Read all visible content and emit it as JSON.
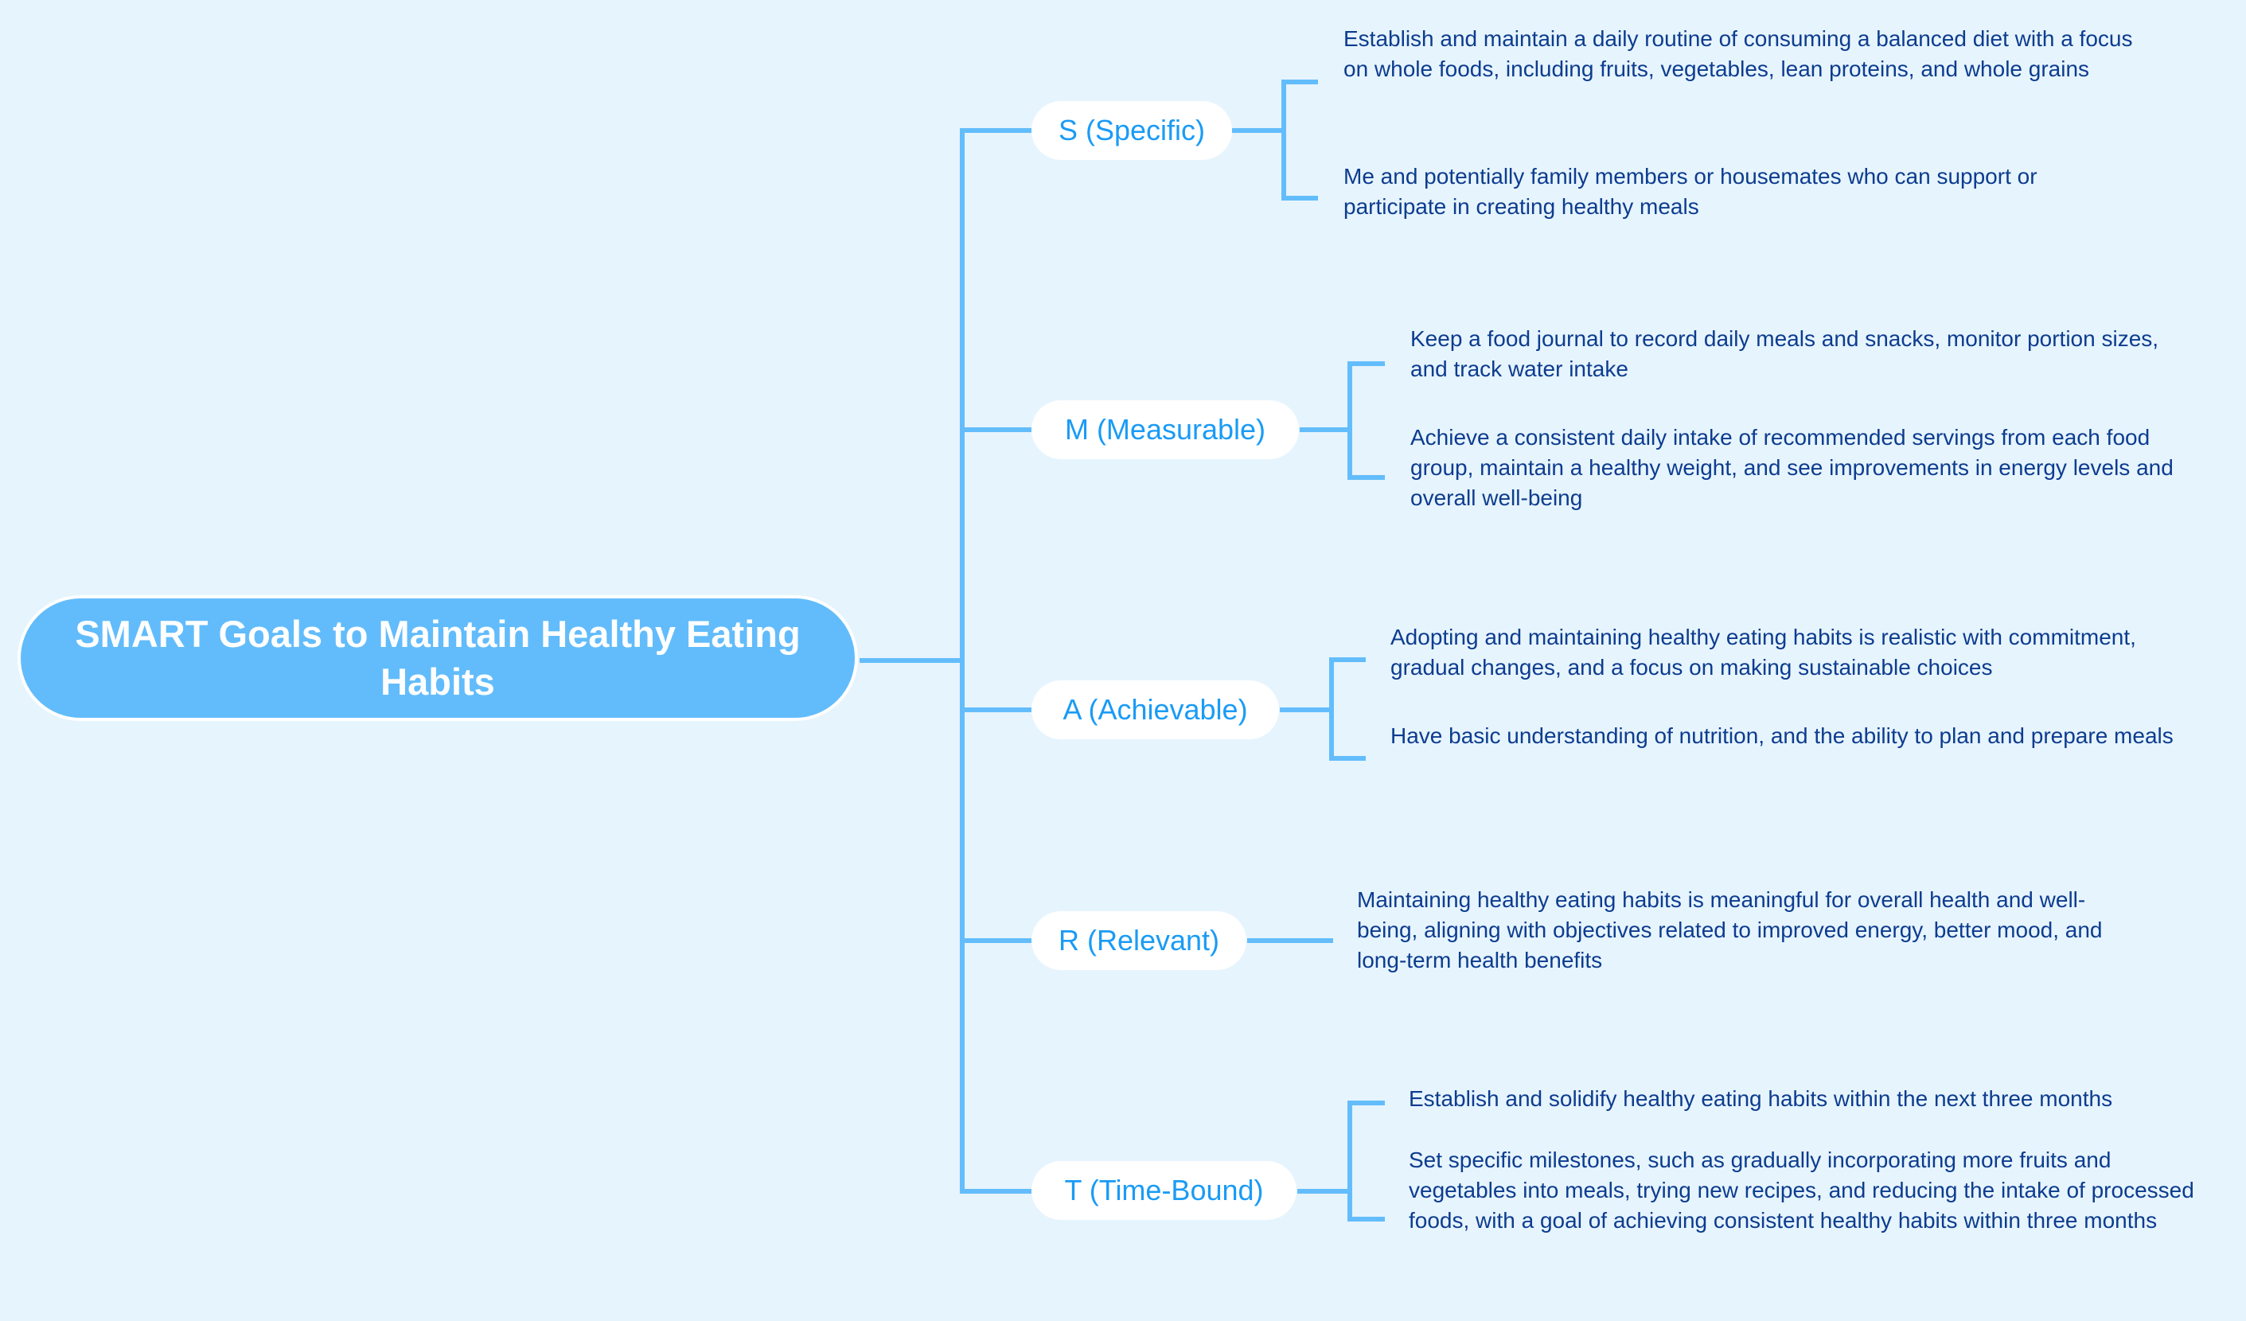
{
  "root": {
    "title": "SMART Goals to Maintain Healthy Eating Habits"
  },
  "colors": {
    "background": "#e6f4fd",
    "root_fill": "#62bcfb",
    "connector": "#63bdfc",
    "branch_text": "#1a9bf5",
    "leaf_text": "#0d3c8f"
  },
  "branches": [
    {
      "label": "S (Specific)",
      "items": [
        "Establish and maintain a daily routine of consuming a balanced diet with a focus on whole foods, including fruits, vegetables, lean proteins, and whole grains",
        "Me and potentially family members or housemates who can support or participate in creating healthy meals"
      ]
    },
    {
      "label": "M (Measurable)",
      "items": [
        "Keep a food journal to record daily meals and snacks, monitor portion sizes, and track water intake",
        "Achieve a consistent daily intake of recommended servings from each food group, maintain a healthy weight, and see improvements in energy levels and overall well-being"
      ]
    },
    {
      "label": "A (Achievable)",
      "items": [
        "Adopting and maintaining healthy eating habits is realistic with commitment, gradual changes, and a focus on making sustainable choices",
        "Have basic understanding of nutrition, and the ability to plan and prepare meals"
      ]
    },
    {
      "label": "R (Relevant)",
      "items": [
        "Maintaining healthy eating habits is meaningful for overall health and well-being, aligning with objectives related to improved energy, better mood, and long-term health benefits"
      ]
    },
    {
      "label": "T (Time-Bound)",
      "items": [
        "Establish and solidify healthy eating habits within the next three months",
        "Set specific milestones, such as gradually incorporating more fruits and vegetables into meals, trying new recipes, and reducing the intake of processed foods, with a goal of achieving consistent healthy habits within three months"
      ]
    }
  ]
}
